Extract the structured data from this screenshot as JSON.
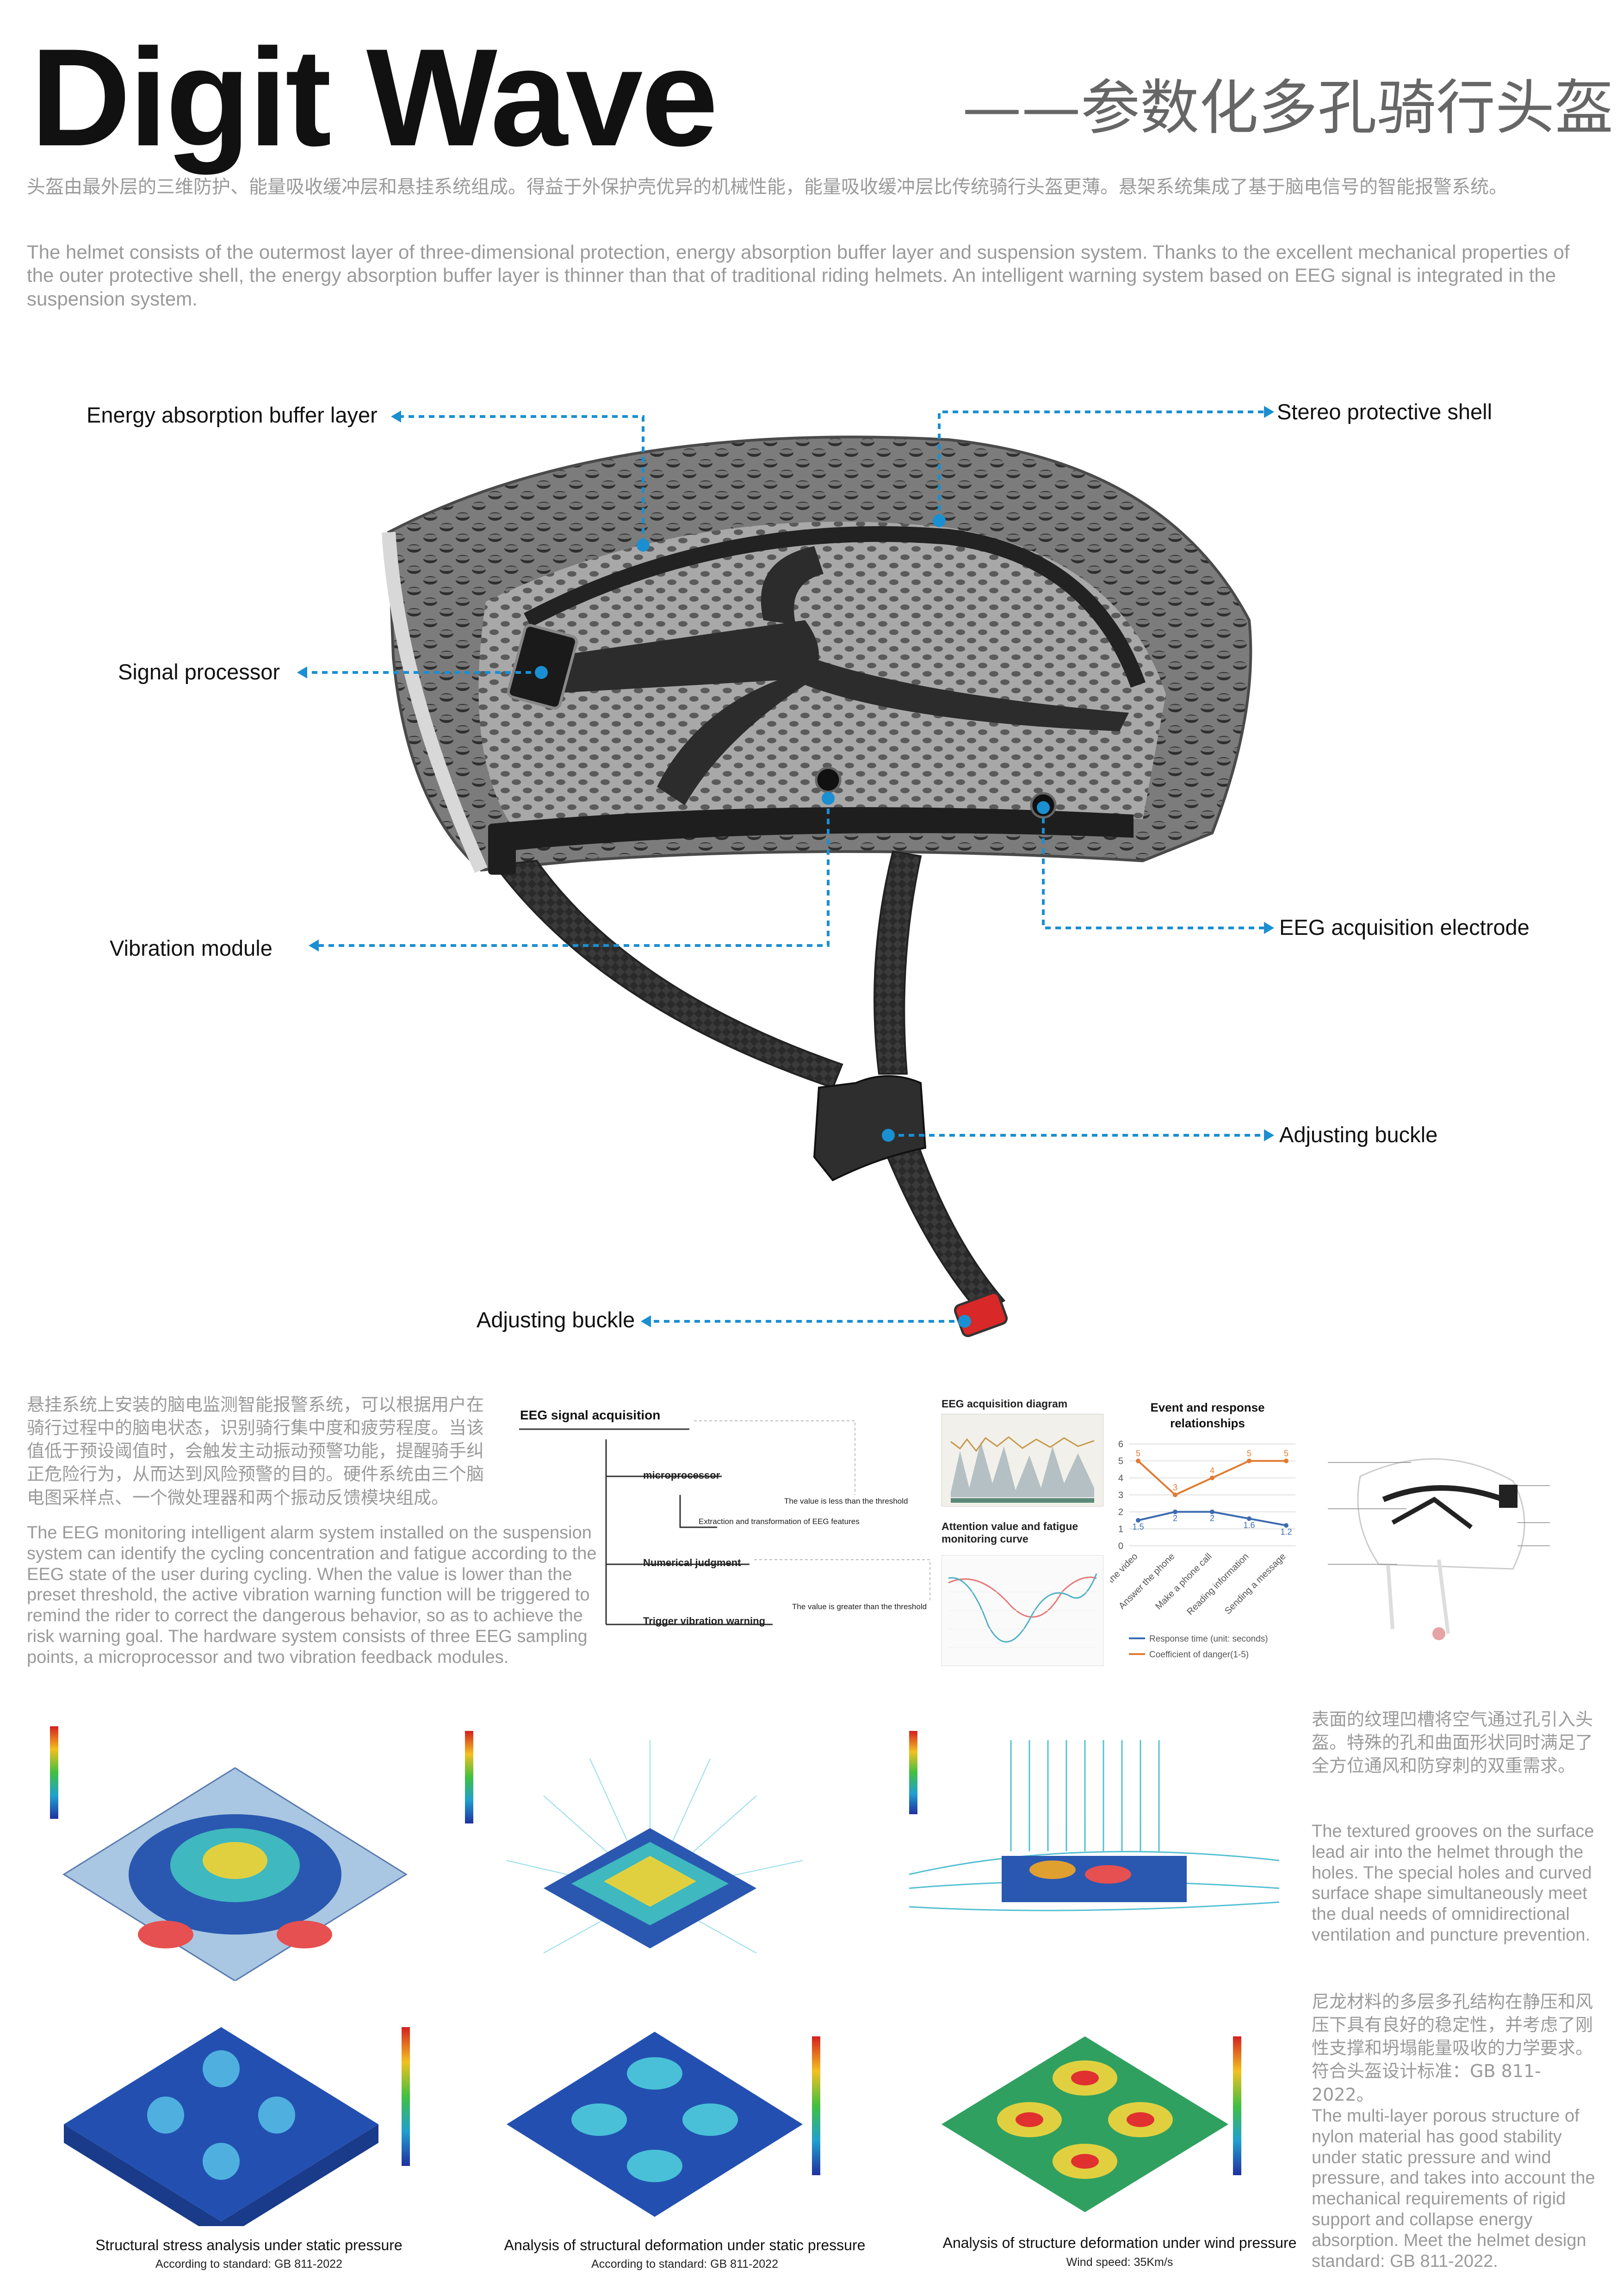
{
  "header": {
    "title": "Digit Wave",
    "subtitle": "——参数化多孔骑行头盔"
  },
  "intro": {
    "zh": "头盔由最外层的三维防护、能量吸收缓冲层和悬挂系统组成。得益于外保护壳优异的机械性能，能量吸收缓冲层比传统骑行头盔更薄。悬架系统集成了基于脑电信号的智能报警系统。",
    "en": "The helmet consists of the outermost layer of three-dimensional protection, energy absorption buffer layer and suspension system. Thanks to the excellent mechanical properties of the outer protective shell, the energy absorption buffer layer is thinner than that of traditional riding helmets. An intelligent warning system based on EEG signal is integrated in the suspension system."
  },
  "callouts": {
    "energy_layer": "Energy absorption buffer layer",
    "stereo_shell": "Stereo protective shell",
    "signal_processor": "Signal processor",
    "vibration_module": "Vibration module",
    "eeg_electrode": "EEG acquisition electrode",
    "adjusting_buckle_1": "Adjusting buckle",
    "adjusting_buckle_2": "Adjusting buckle",
    "accent_color": "#1a8fd1"
  },
  "eeg": {
    "zh": "悬挂系统上安装的脑电监测智能报警系统，可以根据用户在骑行过程中的脑电状态，识别骑行集中度和疲劳程度。当该值低于预设阈值时，会触发主动振动预警功能，提醒骑手纠正危险行为，从而达到风险预警的目的。硬件系统由三个脑电图采样点、一个微处理器和两个振动反馈模块组成。",
    "en": "The EEG monitoring intelligent alarm system installed on the suspension system can identify the cycling concentration and fatigue according to the EEG state of the user during cycling. When the value is lower than the preset threshold, the active vibration warning function will be triggered to remind the rider to correct the dangerous behavior, so as to achieve the risk warning goal. The hardware system consists of three EEG sampling points, a microprocessor and two vibration feedback modules.",
    "flow": {
      "head": "EEG signal acquisition",
      "n1": "microprocessor",
      "n1_note": "The value is less than the threshold",
      "n1_sub": "Extraction and transformation of EEG features",
      "n2": "Numerical judgment",
      "n2_note": "The value is greater than the threshold",
      "n3": "Trigger vibration warning"
    },
    "acq_title": "EEG acquisition diagram",
    "att_title": "Attention value and fatigue monitoring curve"
  },
  "chart_data": {
    "type": "line",
    "title": "Event and response relationships",
    "categories": [
      "Watch the video",
      "Answer the phone",
      "Make a phone call",
      "Reading information",
      "Sending a message"
    ],
    "series": [
      {
        "name": "Response time (unit: seconds)",
        "values": [
          1.5,
          2,
          2,
          1.6,
          1.2
        ],
        "color": "#3c6bb0"
      },
      {
        "name": "Coefficient of danger(1-5)",
        "values": [
          5,
          3,
          4,
          5,
          5
        ],
        "color": "#e07b33"
      }
    ],
    "ylim": [
      0,
      6
    ],
    "yticks": [
      "0",
      "1",
      "2",
      "3",
      "4",
      "5",
      "6"
    ],
    "grid": true,
    "legend": "bottom"
  },
  "ventilation": {
    "zh": "表面的纹理凹槽将空气通过孔引入头盔。特殊的孔和曲面形状同时满足了全方位通风和防穿刺的双重需求。",
    "en": "The textured grooves on the surface lead air into the helmet through the holes. The special holes and curved surface shape simultaneously meet the dual needs of omnidirectional ventilation and puncture prevention."
  },
  "structure": {
    "zh": "尼龙材料的多层多孔结构在静压和风压下具有良好的稳定性，并考虑了刚性支撑和坍塌能量吸收的力学要求。符合头盔设计标准：GB 811-2022。",
    "en": "The multi-layer porous structure of nylon material has good stability under static pressure and wind pressure, and takes into account the mechanical requirements of rigid support and collapse energy absorption. Meet the helmet design standard: GB 811-2022."
  },
  "analyses": [
    {
      "title": "Structural stress analysis under static pressure",
      "sub": "According to standard: GB 811-2022"
    },
    {
      "title": "Analysis of structural deformation under static pressure",
      "sub": "According to standard: GB 811-2022"
    },
    {
      "title": "Analysis of structure deformation under wind pressure",
      "sub": "Wind speed: 35Km/s"
    }
  ]
}
